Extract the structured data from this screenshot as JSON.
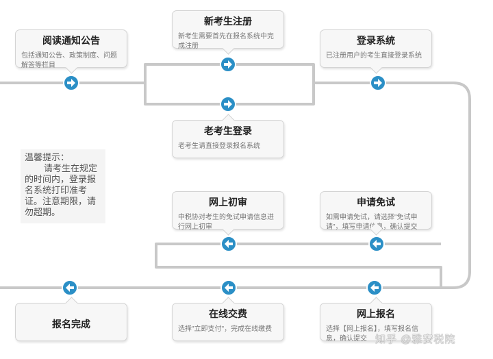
{
  "steps": {
    "read_notice": {
      "title": "阅读通知公告",
      "desc": "包括通知公告、政策制度、问题解答等栏目"
    },
    "new_register": {
      "title": "新考生注册",
      "desc": "新考生需要首先在报名系统中完成注册"
    },
    "login": {
      "title": "登录系统",
      "desc": "已注册用户的考生直接登录系统"
    },
    "old_login": {
      "title": "老考生登录",
      "desc": "老考生请直接登录报名系统"
    },
    "online_review": {
      "title": "网上初审",
      "desc": "中税协对考生的免试申请信息进行网上初审"
    },
    "apply_exempt": {
      "title": "申请免试",
      "desc": "如需申请免试，请选择\"免试申请\"，填写申请信息，确认提交"
    },
    "complete": {
      "title": "报名完成"
    },
    "pay": {
      "title": "在线交费",
      "desc": "选择\"立即支付\"，完成在线缴费"
    },
    "online_signup": {
      "title": "网上报名",
      "desc": "选择【网上报名】，填写报名信息，确认提交"
    }
  },
  "tip": {
    "heading": "温馨提示：",
    "body": "请考生在规定的时间内，登录报名系统打印准考证。注意期限，请勿超期。"
  },
  "watermark": "知乎 @雅安税院",
  "colors": {
    "line": "#c8c8c8",
    "arrow": "#2b8fc6",
    "box_bg": "#f7f7f7",
    "box_border": "#d4d4d4"
  },
  "icons": {
    "forward": "arrow-right-circle-icon",
    "backward": "arrow-left-circle-icon"
  }
}
